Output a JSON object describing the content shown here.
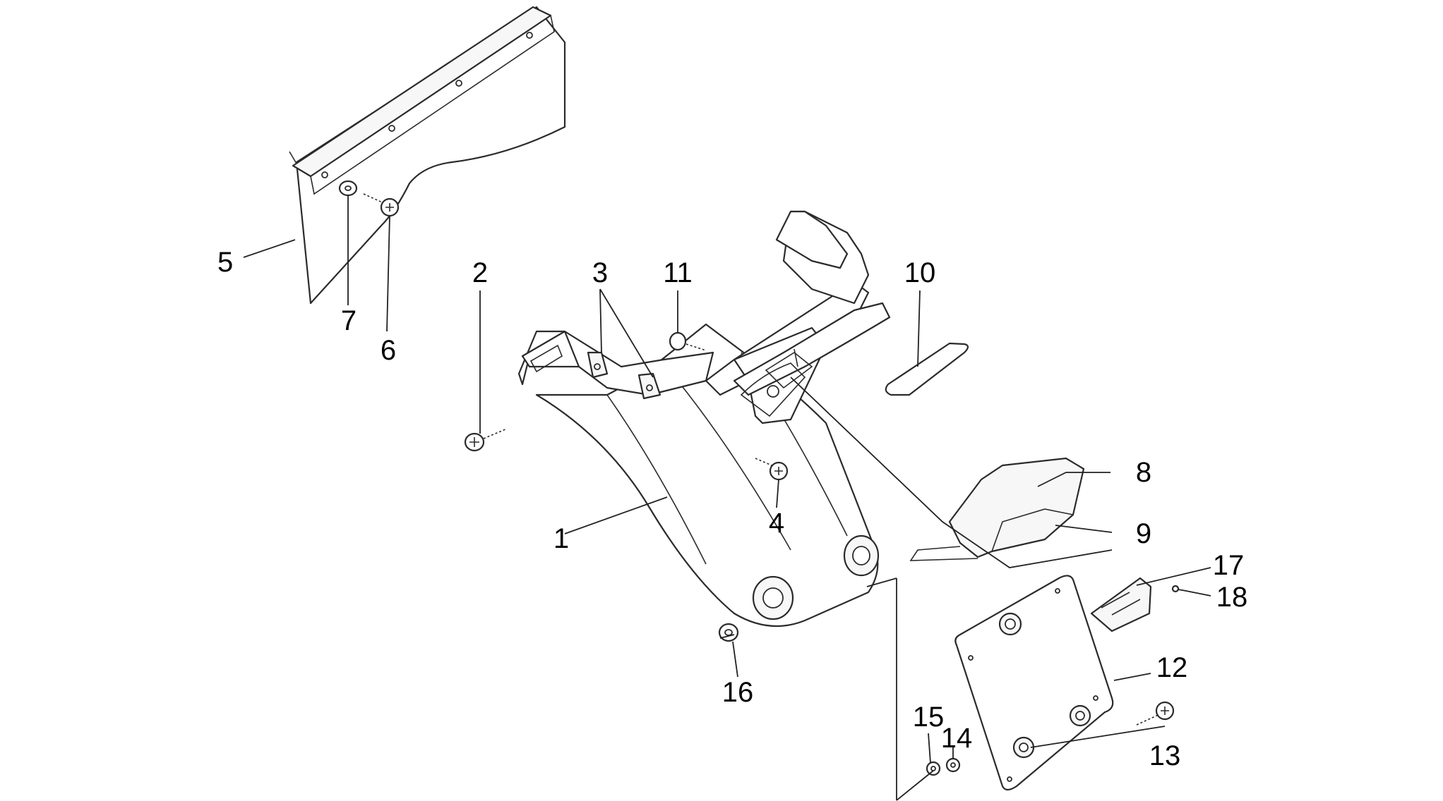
{
  "callouts": [
    {
      "id": "1",
      "label": "1"
    },
    {
      "id": "2",
      "label": "2"
    },
    {
      "id": "3",
      "label": "3"
    },
    {
      "id": "4",
      "label": "4"
    },
    {
      "id": "5",
      "label": "5"
    },
    {
      "id": "6",
      "label": "6"
    },
    {
      "id": "7",
      "label": "7"
    },
    {
      "id": "8",
      "label": "8"
    },
    {
      "id": "9",
      "label": "9"
    },
    {
      "id": "10",
      "label": "10"
    },
    {
      "id": "11",
      "label": "11"
    },
    {
      "id": "12",
      "label": "12"
    },
    {
      "id": "13",
      "label": "13"
    },
    {
      "id": "14",
      "label": "14"
    },
    {
      "id": "15",
      "label": "15"
    },
    {
      "id": "16",
      "label": "16"
    },
    {
      "id": "17",
      "label": "17"
    },
    {
      "id": "18",
      "label": "18"
    }
  ],
  "colors": {
    "line": "#2b2b2b",
    "background": "#ffffff"
  }
}
